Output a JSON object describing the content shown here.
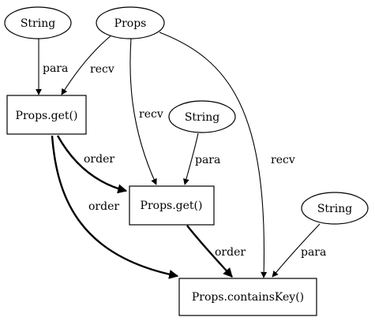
{
  "nodes": [
    {
      "id": "string1",
      "shape": "ellipse",
      "label": "String"
    },
    {
      "id": "props",
      "shape": "ellipse",
      "label": "Props"
    },
    {
      "id": "get1",
      "shape": "box",
      "label": "Props.get()"
    },
    {
      "id": "string2",
      "shape": "ellipse",
      "label": "String"
    },
    {
      "id": "get2",
      "shape": "box",
      "label": "Props.get()"
    },
    {
      "id": "string3",
      "shape": "ellipse",
      "label": "String"
    },
    {
      "id": "contains",
      "shape": "box",
      "label": "Props.containsKey()"
    }
  ],
  "edges": [
    {
      "id": "string1-get1",
      "from": "string1",
      "to": "get1",
      "label": "para",
      "style": "normal"
    },
    {
      "id": "props-get1",
      "from": "props",
      "to": "get1",
      "label": "recv",
      "style": "normal"
    },
    {
      "id": "props-get2",
      "from": "props",
      "to": "get2",
      "label": "recv",
      "style": "normal"
    },
    {
      "id": "props-contains",
      "from": "props",
      "to": "contains",
      "label": "recv",
      "style": "normal"
    },
    {
      "id": "string2-get2",
      "from": "string2",
      "to": "get2",
      "label": "para",
      "style": "normal"
    },
    {
      "id": "get1-get2",
      "from": "get1",
      "to": "get2",
      "label": "order",
      "style": "bold"
    },
    {
      "id": "get1-contains",
      "from": "get1",
      "to": "contains",
      "label": "order",
      "style": "bold"
    },
    {
      "id": "get2-contains",
      "from": "get2",
      "to": "contains",
      "label": "order",
      "style": "bold"
    },
    {
      "id": "string3-contains",
      "from": "string3",
      "to": "contains",
      "label": "para",
      "style": "normal"
    }
  ]
}
